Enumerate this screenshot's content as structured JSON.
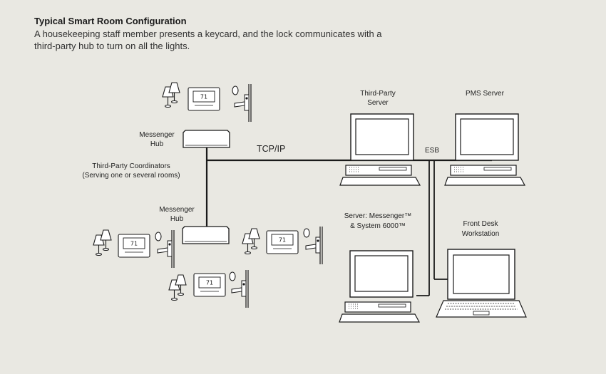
{
  "header": {
    "title": "Typical Smart Room Configuration",
    "subtitle": "A housekeeping staff member presents a keycard, and the lock communicates with a third-party hub to turn on all the lights."
  },
  "labels": {
    "hub_top_l1": "Messenger",
    "hub_top_l2": "Hub",
    "coord_l1": "Third-Party Coordinators",
    "coord_l2": "(Serving one or several rooms)",
    "hub_mid_l1": "Messenger",
    "hub_mid_l2": "Hub",
    "tcpip": "TCP/IP",
    "esb": "ESB",
    "tp_server_l1": "Third-Party",
    "tp_server_l2": "Server",
    "pms_server": "PMS Server",
    "msg_server_l1": "Server: Messenger™",
    "msg_server_l2": "& System 6000™",
    "frontdesk_l1": "Front Desk",
    "frontdesk_l2": "Workstation"
  },
  "icons": [
    "lamp-icon",
    "thermostat-icon",
    "door-lock-icon",
    "hub-icon",
    "desktop-computer-icon",
    "laptop-icon"
  ]
}
